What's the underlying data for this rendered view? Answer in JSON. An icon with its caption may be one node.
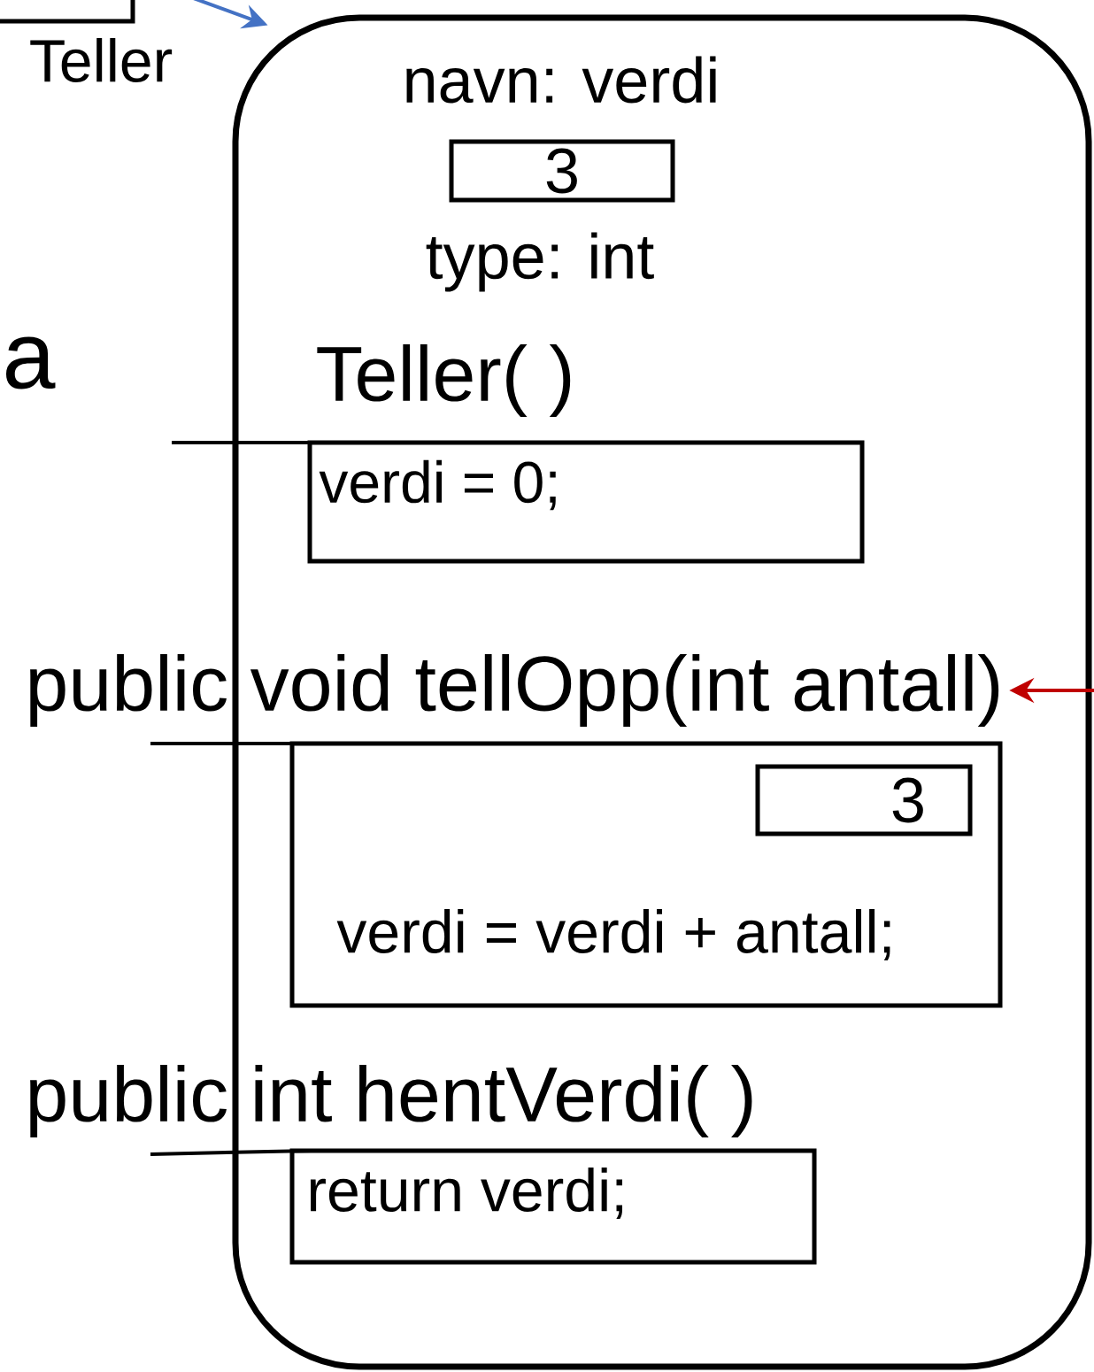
{
  "diagram": {
    "nodes": [
      {
        "text": [],
        "shape": "box",
        "beside": [
          "Teller"
        ]
      },
      {
        "text": [],
        "shape": "box"
      },
      {
        "text": [
          "3"
        ],
        "in": 1,
        "beside": [
          "navn: verdi",
          "type: int"
        ]
      },
      {
        "text": [
          "Teller( )",
          "verdi = 0;"
        ],
        "in": 1
      },
      {
        "text": [
          "public void  tellOpp(int antall)"
        ]
      },
      {
        "text": [
          "verdi = verdi + antall;"
        ],
        "in": 1
      },
      {
        "text": [
          "3"
        ],
        "in": 5
      },
      {
        "text": [
          "public int hentVerdi( )"
        ]
      },
      {
        "text": [
          "return verdi;"
        ],
        "in": 1
      }
    ],
    "edges": [
      {
        "from": 0,
        "to": 1,
        "arrow": "to",
        "color": "#4472c4"
      },
      {
        "from": null,
        "to": 3,
        "arrow": "none"
      },
      {
        "from": null,
        "to": 4,
        "arrow": "to",
        "color": "#c00000"
      },
      {
        "from": 4,
        "to": 5,
        "arrow": "none"
      },
      {
        "from": 7,
        "to": 8,
        "arrow": "none"
      }
    ],
    "labels": [
      "a"
    ]
  }
}
